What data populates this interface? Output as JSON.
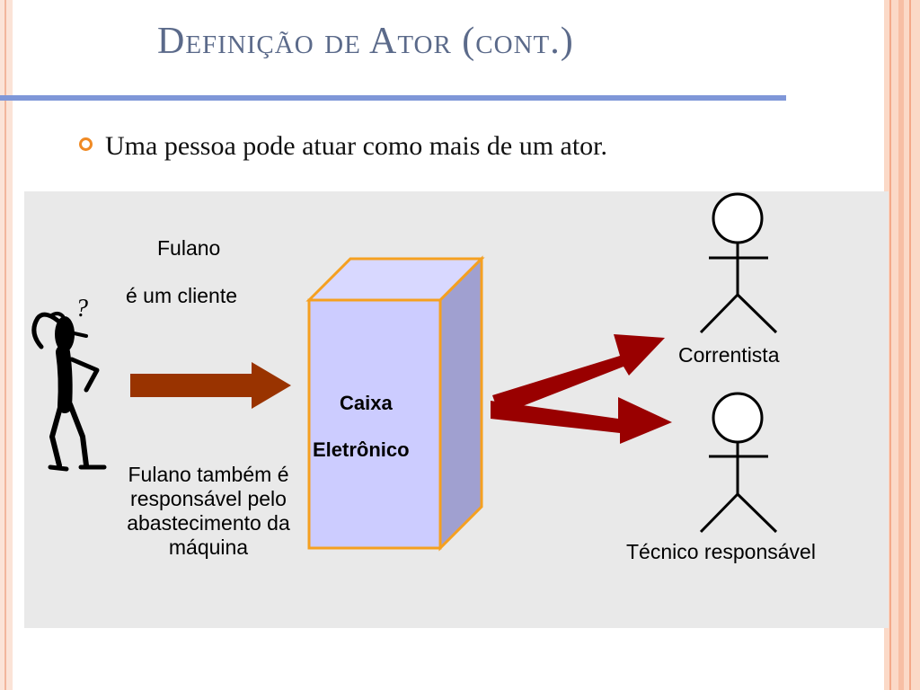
{
  "slide": {
    "title": "Definição de Ator (cont.)",
    "bullet": "Uma pessoa pode atuar como mais de um ator."
  },
  "diagram": {
    "person_name": "Fulano",
    "person_role_1": "é um cliente",
    "person_role_2": "Fulano também é responsável pelo abastecimento da máquina",
    "question_mark": "?",
    "box_label_line1": "Caixa",
    "box_label_line2": "Eletrônico",
    "actor_1": "Correntista",
    "actor_2": "Técnico responsável"
  },
  "colors": {
    "title": "#5b6a8a",
    "rule": "#7f97d8",
    "bullet": "#f08a24",
    "panel": "#e9e9e9",
    "box_front": "#ccccff",
    "box_side": "#a0a0d0",
    "box_border": "#f5a020",
    "arrow_left": "#993300",
    "arrow_right": "#990000"
  },
  "icons": [
    "thinking-person-icon",
    "stick-figure-icon",
    "arrow-icon",
    "cube-icon"
  ]
}
